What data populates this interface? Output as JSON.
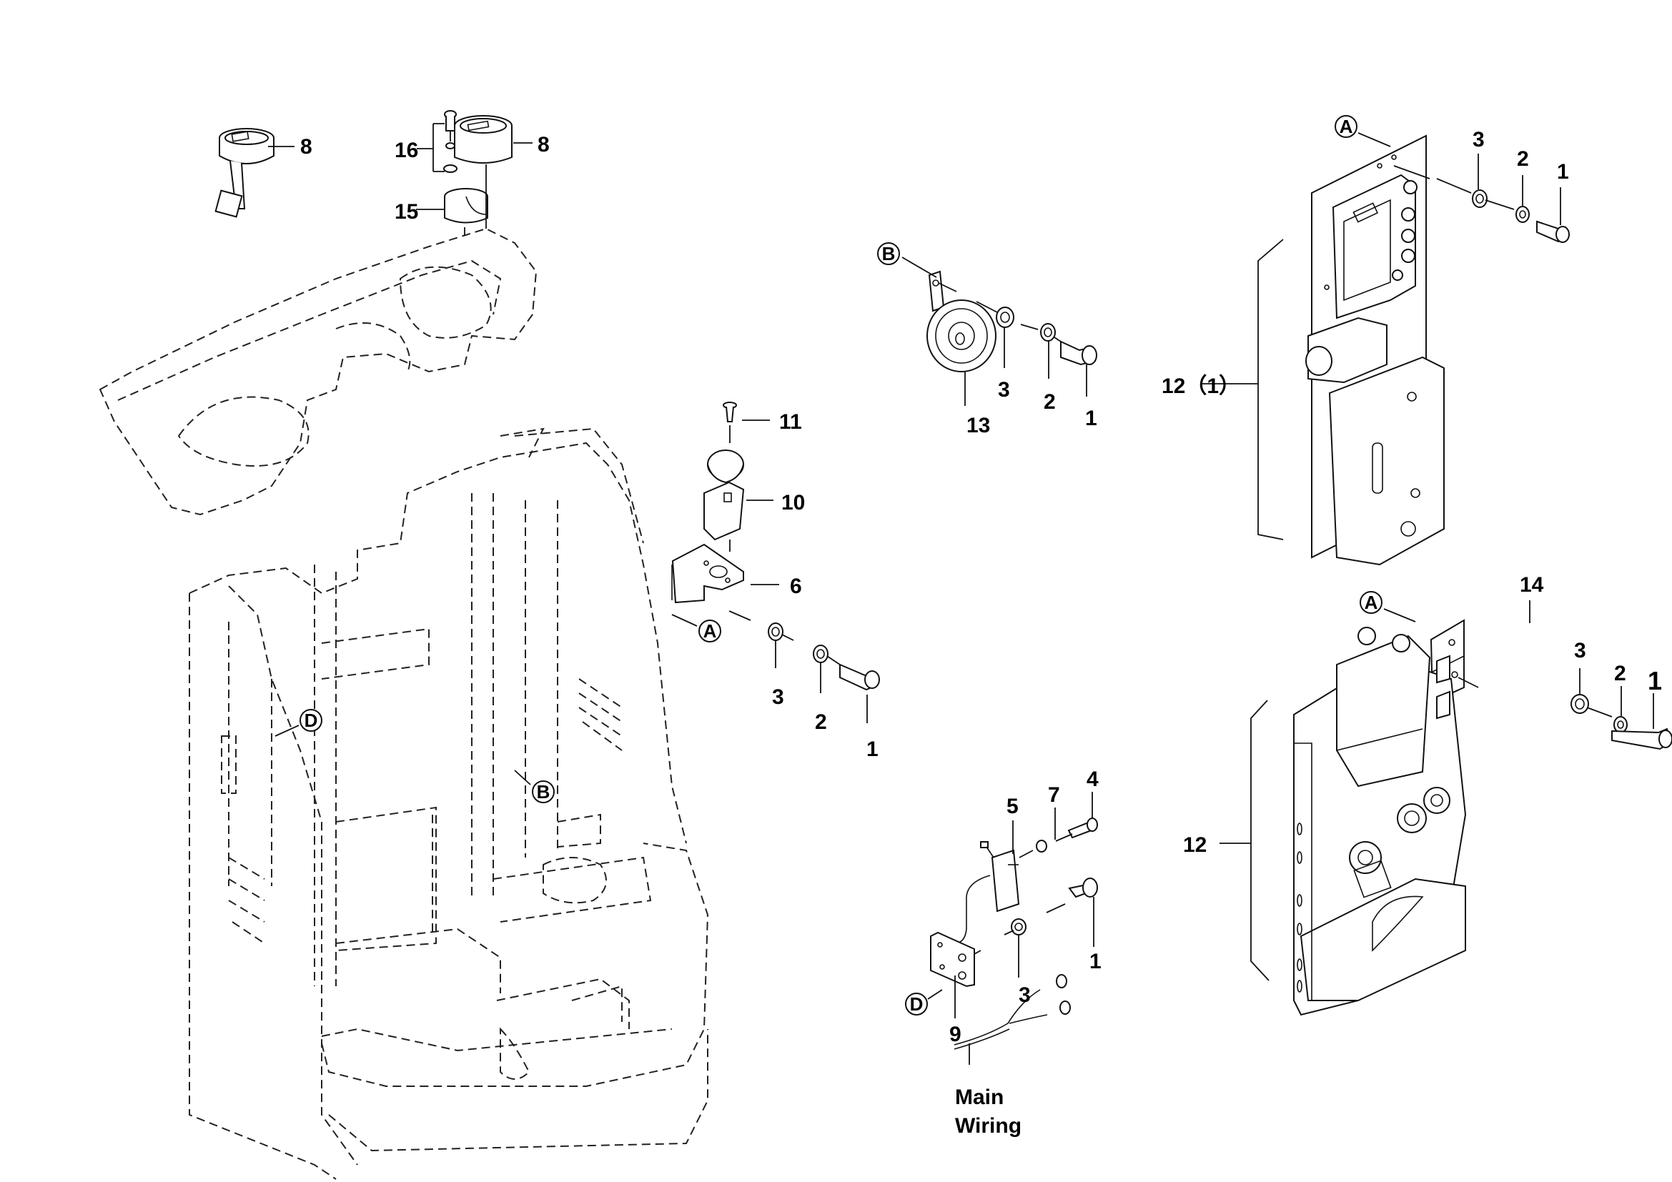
{
  "diagram": {
    "type": "exploded-parts-view",
    "description": "Electrical components exploded view: meters, horn, emergency switch, controllers, micro switch, main wiring",
    "callouts": [
      {
        "id": "meter-left",
        "label": "8"
      },
      {
        "id": "meter-right",
        "label": "8"
      },
      {
        "id": "screw-set",
        "label": "16"
      },
      {
        "id": "meter-cup",
        "label": "15"
      },
      {
        "id": "screw-11",
        "label": "11"
      },
      {
        "id": "emergency-switch",
        "label": "10"
      },
      {
        "id": "switch-bracket",
        "label": "6"
      },
      {
        "id": "washer-3-a",
        "label": "3"
      },
      {
        "id": "washer-2-a",
        "label": "2"
      },
      {
        "id": "bolt-1-a",
        "label": "1"
      },
      {
        "id": "horn",
        "label": "13"
      },
      {
        "id": "washer-3-b",
        "label": "3"
      },
      {
        "id": "washer-2-b",
        "label": "2"
      },
      {
        "id": "bolt-1-b",
        "label": "1"
      },
      {
        "id": "controller-1",
        "label": "12（1）"
      },
      {
        "id": "washer-3-c",
        "label": "3"
      },
      {
        "id": "washer-2-c",
        "label": "2"
      },
      {
        "id": "bolt-1-c",
        "label": "1"
      },
      {
        "id": "plate-14",
        "label": "14"
      },
      {
        "id": "washer-3-d",
        "label": "3"
      },
      {
        "id": "washer-2-d",
        "label": "2"
      },
      {
        "id": "bolt-1-d",
        "label": "1"
      },
      {
        "id": "controller-2",
        "label": "12"
      },
      {
        "id": "micro-switch",
        "label": "5"
      },
      {
        "id": "washer-7",
        "label": "7"
      },
      {
        "id": "screw-4",
        "label": "4"
      },
      {
        "id": "bolt-1-e",
        "label": "1"
      },
      {
        "id": "washer-3-e",
        "label": "3"
      },
      {
        "id": "switch-plate",
        "label": "9"
      }
    ],
    "reference_markers": [
      {
        "id": "ref-a-frame",
        "letter": "A"
      },
      {
        "id": "ref-b-frame",
        "letter": "B"
      },
      {
        "id": "ref-d-frame",
        "letter": "D"
      },
      {
        "id": "ref-b-horn",
        "letter": "B"
      },
      {
        "id": "ref-a-controller-1",
        "letter": "A"
      },
      {
        "id": "ref-a-controller-2",
        "letter": "A"
      },
      {
        "id": "ref-d-plate",
        "letter": "D"
      }
    ],
    "notes": {
      "main_wiring_line1": "Main",
      "main_wiring_line2": "Wiring"
    }
  }
}
